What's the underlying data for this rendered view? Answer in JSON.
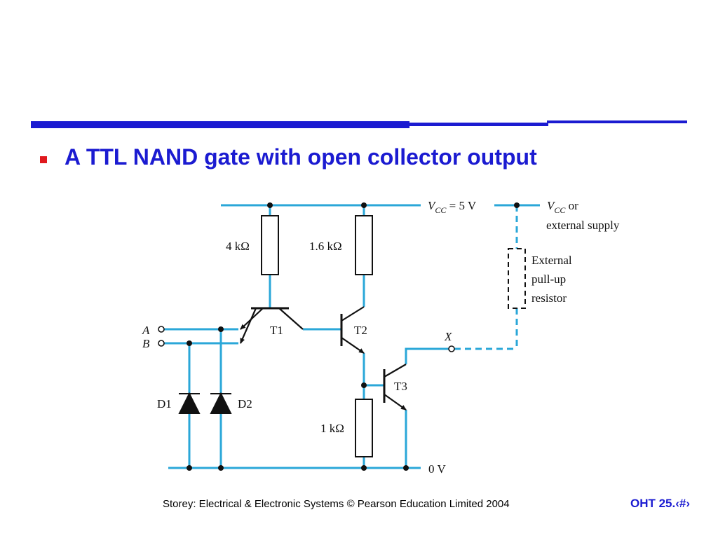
{
  "slide": {
    "title": "A TTL NAND gate with open collector output",
    "footer": "Storey: Electrical & Electronic Systems © Pearson Education Limited 2004",
    "page": "OHT 25.‹#›",
    "colors": {
      "title": "#1b1bd1",
      "bullet": "#e0191e",
      "wire": "#2aa7d8",
      "ink": "#111111"
    }
  },
  "diagram": {
    "labels": {
      "vcc_main_v": "V",
      "vcc_main_sub": "CC",
      "vcc_main_val": " = 5 V",
      "vcc_ext_v": "V",
      "vcc_ext_sub": "CC",
      "vcc_ext_or": " or",
      "ext_supply": "external supply",
      "r1": "4 kΩ",
      "r2": "1.6 kΩ",
      "r3": "1 kΩ",
      "pullup_1": "External",
      "pullup_2": "pull-up",
      "pullup_3": "resistor",
      "t1": "T1",
      "t2": "T2",
      "t3": "T3",
      "d1": "D1",
      "d2": "D2",
      "in_a": "A",
      "in_b": "B",
      "out_x": "X",
      "gnd": "0 V"
    }
  }
}
